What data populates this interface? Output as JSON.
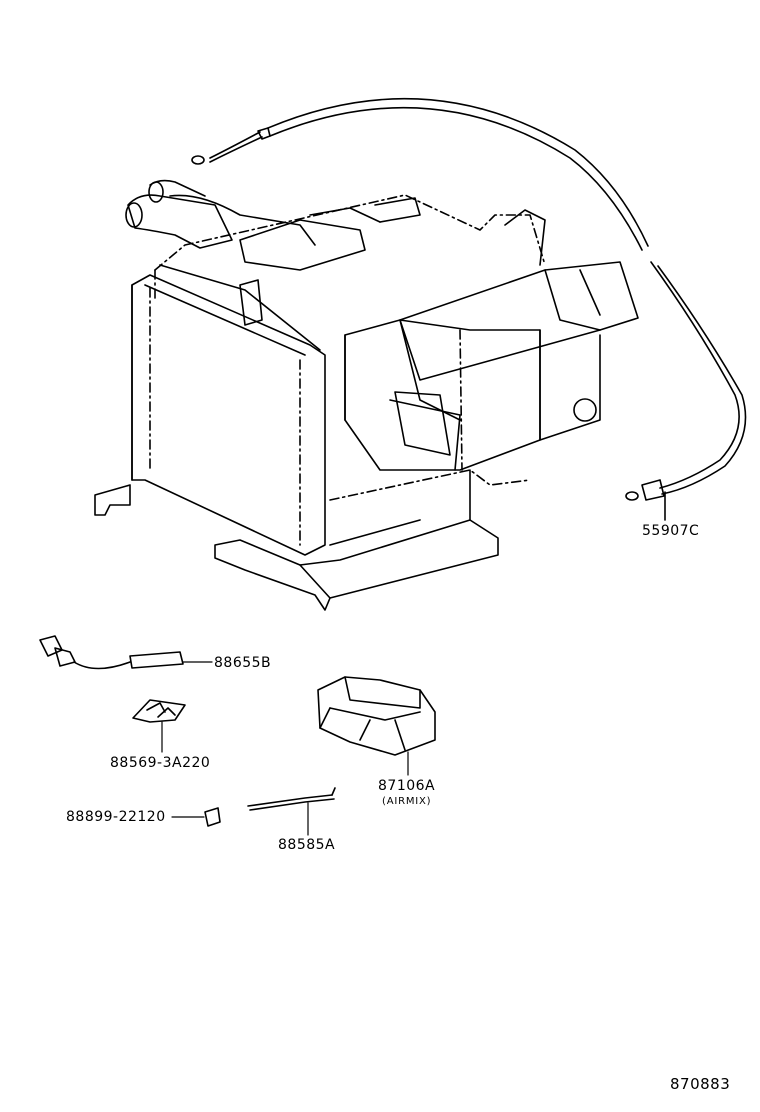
{
  "diagram": {
    "parts": [
      {
        "id": "55907C",
        "label": "55907C"
      },
      {
        "id": "88655B",
        "label": "88655B"
      },
      {
        "id": "88569-3A220",
        "label": "88569-3A220"
      },
      {
        "id": "87106A",
        "label": "87106A",
        "sublabel": "(AIRMIX)"
      },
      {
        "id": "88899-22120",
        "label": "88899-22120"
      },
      {
        "id": "88585A",
        "label": "88585A"
      }
    ],
    "figure_number": "870883"
  },
  "colors": {
    "line": "#000000",
    "background": "#ffffff"
  }
}
